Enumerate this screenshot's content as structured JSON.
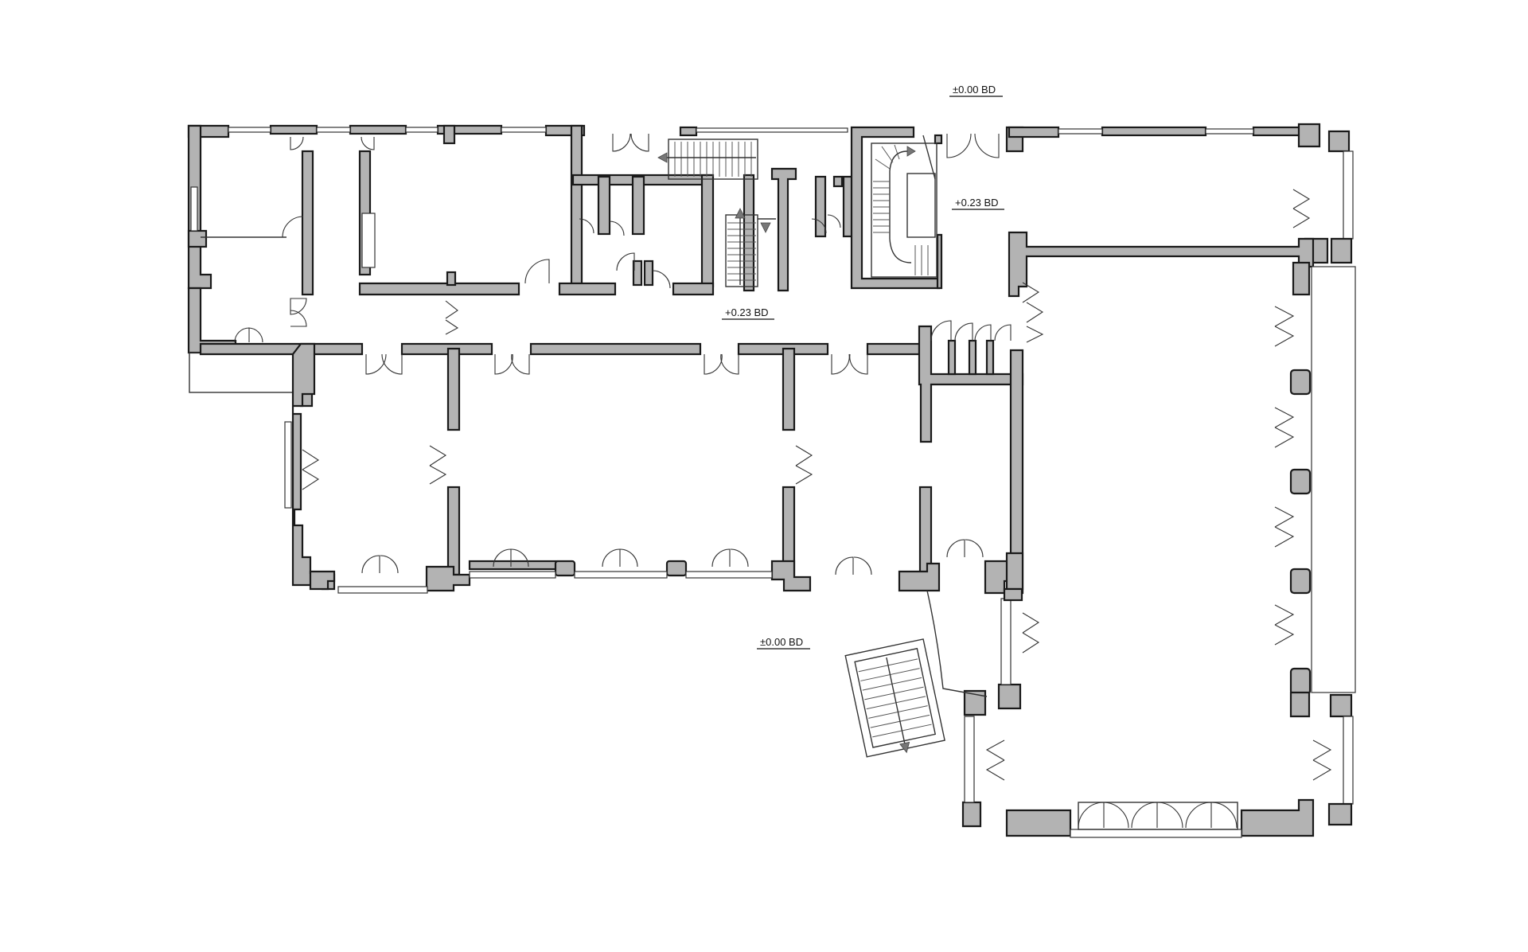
{
  "drawing": {
    "type": "floor-plan",
    "wall_fill": "#b3b3b3",
    "line_color": "#333333",
    "background": "#ffffff"
  },
  "level_markers": [
    {
      "id": "top-entrance",
      "text": "±0.00 BD"
    },
    {
      "id": "stair-landing",
      "text": "+0.23 BD"
    },
    {
      "id": "corridor",
      "text": "+0.23 BD"
    },
    {
      "id": "courtyard",
      "text": "±0.00 BD"
    }
  ]
}
